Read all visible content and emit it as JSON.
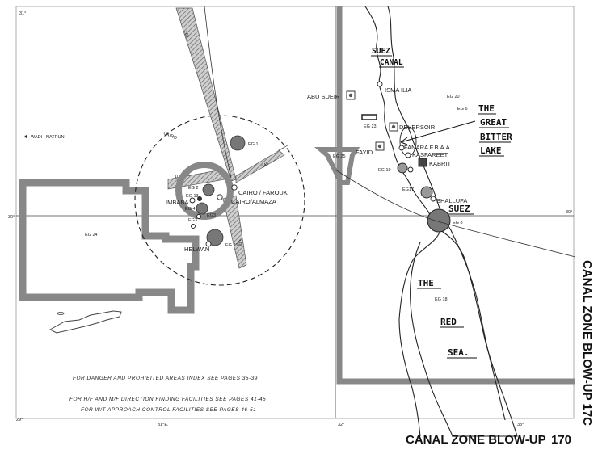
{
  "footer": {
    "title": "CANAL ZONE BLOW-UP",
    "page": "170"
  },
  "side_title": "CANAL ZONE BLOW-UP 17C",
  "handwritten": {
    "suez_canal_1": "SUEZ",
    "suez_canal_2": "CANAL",
    "great_bitter_lake_1": "THE",
    "great_bitter_lake_2": "GREAT",
    "great_bitter_lake_3": "BITTER",
    "great_bitter_lake_4": "LAKE",
    "suez": "SUEZ",
    "red_sea_1": "THE",
    "red_sea_2": "RED",
    "red_sea_3": "SEA."
  },
  "places": {
    "wadi_natrun": "WADI - NATRUN",
    "abu_sueir": "ABU SUEIR",
    "ismailia": "ISMA ILIA",
    "deversoir": "DEVERSOIR",
    "fayid": "FAYID",
    "fanara": "FANARA F.B.A.A.",
    "kasfareet": "KASFAREET",
    "kabrit": "KABRIT",
    "shallufa": "SHALLUFA",
    "cairo_farouk": "CAIRO / FAROUK",
    "cairo_almaza": "CAIRO/ALMAZA",
    "imbaba": "IMBABA",
    "helwan": "HELWAN",
    "cairo_ring": "CAIRO"
  },
  "zones": {
    "eg1": "EG 1",
    "eg2": "EG 2",
    "eg3": "EG3",
    "eg4": "EG 4",
    "eg6": "EG 6",
    "eg8": "EG 8",
    "eg13": "EG 13",
    "eg17": "EG17",
    "eg18": "EG 18",
    "eg19": "EG 19",
    "eg20": "EG 20",
    "eg21": "EG 21",
    "eg23": "EG 23",
    "eg24": "EG 24",
    "eg25": "EG 25",
    "eg3b": "EG3"
  },
  "corridors": {
    "c162": "162",
    "c104": "104",
    "c243": "243",
    "c342": "342"
  },
  "grid": {
    "lat31": "31°",
    "lat30": "30°",
    "lat30r": "30°",
    "lat29": "29°",
    "lon31": "31°E.",
    "lon32": "32°",
    "lon33": "33°"
  },
  "notes": [
    "FOR DANGER AND PROHIBITED AREAS INDEX SEE PAGES 35-39",
    "FOR H/F AND M/F DIRECTION FINDING FACILITIES SEE PAGES 41-45",
    "FOR W/T APPROACH CONTROL FACILITIES SEE PAGES 46-51"
  ]
}
